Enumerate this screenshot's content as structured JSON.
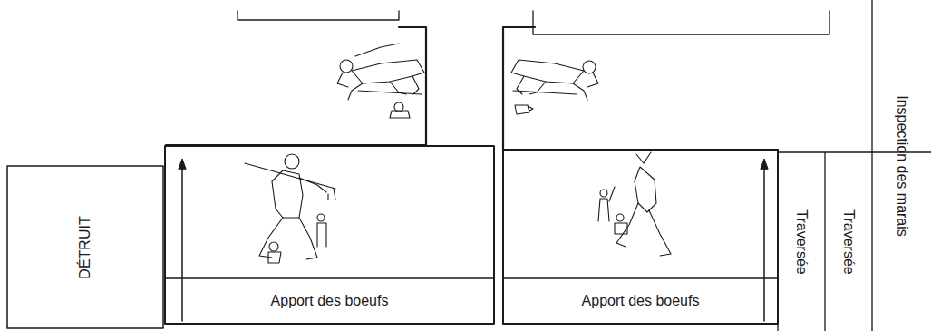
{
  "diagram": {
    "nodes": [
      {
        "text": [
          "DÉTRUIT"
        ]
      },
      {
        "text": [
          "Apport des boeufs"
        ]
      },
      {
        "text": [
          "Apport des boeufs"
        ]
      },
      {
        "text": [
          "Traversée"
        ]
      },
      {
        "text": [
          "Traversée"
        ]
      },
      {
        "text": [
          "Inspection des marais"
        ]
      }
    ]
  }
}
